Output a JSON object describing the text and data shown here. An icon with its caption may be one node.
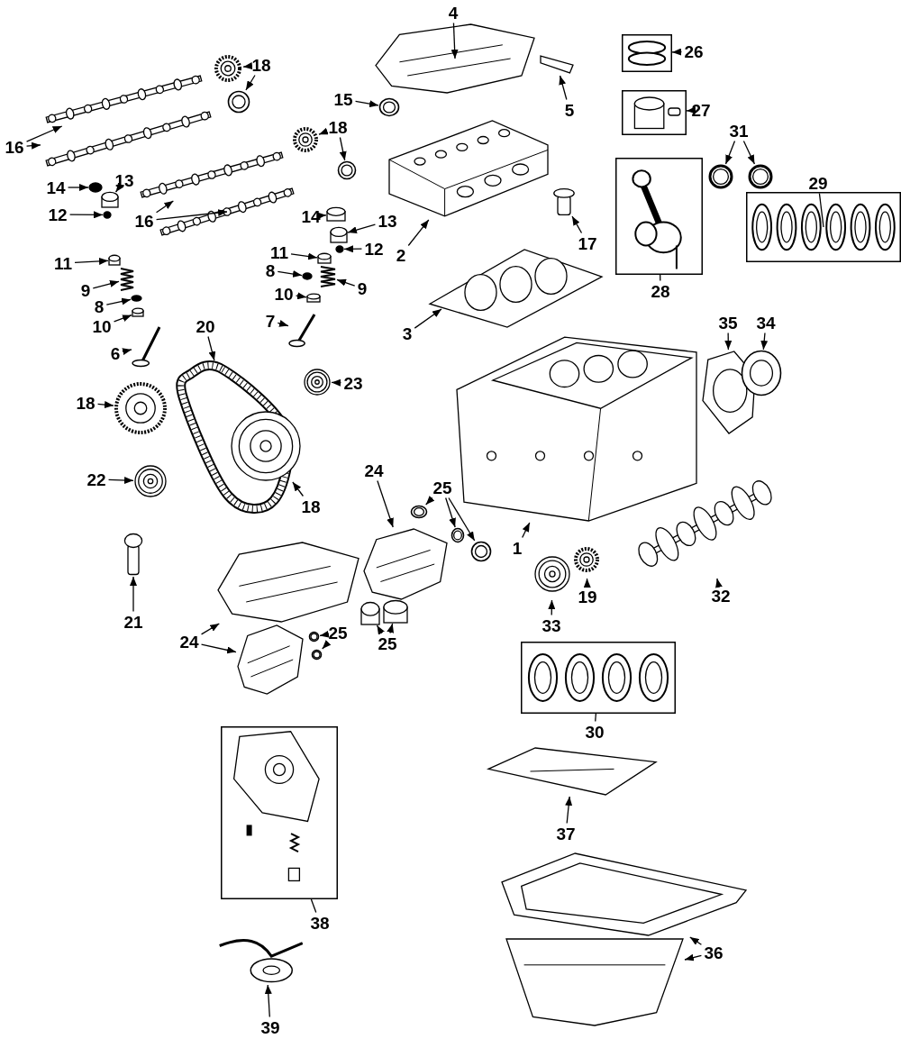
{
  "diagram": {
    "nodes": [
      {
        "text": [
          "4"
        ]
      },
      {
        "text": [
          "5"
        ]
      },
      {
        "text": [
          "26"
        ]
      },
      {
        "text": [
          "27"
        ]
      },
      {
        "text": [
          "31"
        ]
      },
      {
        "text": [
          "29"
        ]
      },
      {
        "text": [
          "28"
        ]
      },
      {
        "text": [
          "17"
        ]
      },
      {
        "text": [
          "15"
        ]
      },
      {
        "text": [
          "2"
        ]
      },
      {
        "text": [
          "3"
        ]
      },
      {
        "text": [
          "16"
        ]
      },
      {
        "text": [
          "18"
        ]
      },
      {
        "text": [
          "18"
        ]
      },
      {
        "text": [
          "16"
        ]
      },
      {
        "text": [
          "13"
        ]
      },
      {
        "text": [
          "14"
        ]
      },
      {
        "text": [
          "12"
        ]
      },
      {
        "text": [
          "11"
        ]
      },
      {
        "text": [
          "9"
        ]
      },
      {
        "text": [
          "8"
        ]
      },
      {
        "text": [
          "10"
        ]
      },
      {
        "text": [
          "6"
        ]
      },
      {
        "text": [
          "14"
        ]
      },
      {
        "text": [
          "13"
        ]
      },
      {
        "text": [
          "12"
        ]
      },
      {
        "text": [
          "11"
        ]
      },
      {
        "text": [
          "9"
        ]
      },
      {
        "text": [
          "8"
        ]
      },
      {
        "text": [
          "10"
        ]
      },
      {
        "text": [
          "7"
        ]
      },
      {
        "text": [
          "20"
        ]
      },
      {
        "text": [
          "23"
        ]
      },
      {
        "text": [
          "18"
        ]
      },
      {
        "text": [
          "18"
        ]
      },
      {
        "text": [
          "22"
        ]
      },
      {
        "text": [
          "21"
        ]
      },
      {
        "text": [
          "24"
        ]
      },
      {
        "text": [
          "25"
        ]
      },
      {
        "text": [
          "1"
        ]
      },
      {
        "text": [
          "35"
        ]
      },
      {
        "text": [
          "34"
        ]
      },
      {
        "text": [
          "32"
        ]
      },
      {
        "text": [
          "19"
        ]
      },
      {
        "text": [
          "33"
        ]
      },
      {
        "text": [
          "30"
        ]
      },
      {
        "text": [
          "24"
        ]
      },
      {
        "text": [
          "25"
        ]
      },
      {
        "text": [
          "25"
        ]
      },
      {
        "text": [
          "37"
        ]
      },
      {
        "text": [
          "36"
        ]
      },
      {
        "text": [
          "38"
        ]
      },
      {
        "text": [
          "39"
        ]
      },
      {
        "text": [],
        "shape": "picture"
      },
      {
        "text": [],
        "shape": "picture"
      },
      {
        "text": [],
        "shape": "picture"
      },
      {
        "text": [],
        "shape": "picture"
      },
      {
        "text": [],
        "shape": "picture"
      },
      {
        "text": [],
        "shape": "picture"
      },
      {
        "text": [],
        "shape": "picture"
      },
      {
        "text": [],
        "shape": "picture"
      },
      {
        "text": [],
        "shape": "picture"
      },
      {
        "text": [],
        "shape": "picture"
      },
      {
        "text": [],
        "shape": "picture"
      },
      {
        "text": [],
        "shape": "picture"
      },
      {
        "text": [],
        "shape": "picture"
      },
      {
        "text": [],
        "shape": "picture"
      },
      {
        "text": [],
        "shape": "picture"
      },
      {
        "text": [],
        "shape": "picture"
      },
      {
        "text": [],
        "shape": "picture"
      },
      {
        "text": [],
        "shape": "picture"
      },
      {
        "text": [],
        "shape": "picture"
      },
      {
        "text": [],
        "shape": "picture"
      },
      {
        "text": [],
        "shape": "circle"
      },
      {
        "text": [],
        "shape": "box"
      },
      {
        "text": [],
        "shape": "circle"
      },
      {
        "text": [],
        "shape": "box"
      },
      {
        "text": [],
        "shape": "picture"
      },
      {
        "text": [],
        "shape": "circle"
      },
      {
        "text": [],
        "shape": "box"
      },
      {
        "text": [],
        "shape": "picture"
      },
      {
        "text": [],
        "shape": "box"
      },
      {
        "text": [],
        "shape": "box"
      },
      {
        "text": [],
        "shape": "circle"
      },
      {
        "text": [],
        "shape": "box"
      },
      {
        "text": [],
        "shape": "picture"
      },
      {
        "text": [],
        "shape": "circle"
      },
      {
        "text": [],
        "shape": "box"
      },
      {
        "text": [],
        "shape": "picture"
      },
      {
        "text": [],
        "shape": "picture"
      },
      {
        "text": [],
        "shape": "picture"
      },
      {
        "text": [],
        "shape": "picture"
      },
      {
        "text": [],
        "shape": "picture"
      },
      {
        "text": [],
        "shape": "picture"
      },
      {
        "text": [],
        "shape": "picture"
      },
      {
        "text": [],
        "shape": "picture"
      },
      {
        "text": [],
        "shape": "picture"
      },
      {
        "text": [],
        "shape": "picture"
      },
      {
        "text": [],
        "shape": "picture"
      },
      {
        "text": [],
        "shape": "picture"
      },
      {
        "text": [],
        "shape": "picture"
      },
      {
        "text": [],
        "shape": "picture"
      },
      {
        "text": [],
        "shape": "picture"
      },
      {
        "text": [],
        "shape": "picture"
      },
      {
        "text": [],
        "shape": "picture"
      },
      {
        "text": [],
        "shape": "picture"
      },
      {
        "text": [],
        "shape": "picture"
      },
      {
        "text": [],
        "shape": "picture"
      },
      {
        "text": [],
        "shape": "box"
      },
      {
        "text": [],
        "shape": "box"
      },
      {
        "text": [],
        "shape": "picture"
      },
      {
        "text": [],
        "shape": "picture"
      },
      {
        "text": [],
        "shape": "picture"
      },
      {
        "text": [],
        "shape": "picture"
      },
      {
        "text": [],
        "shape": "picture"
      },
      {
        "text": [],
        "shape": "picture"
      },
      {
        "text": [],
        "shape": "picture"
      }
    ],
    "edges": [
      {
        "from": 0,
        "to": 53,
        "arrow": "to"
      },
      {
        "from": 1,
        "to": 54,
        "arrow": "to"
      },
      {
        "from": 2,
        "to": 55,
        "arrow": "to"
      },
      {
        "from": 3,
        "to": 56,
        "arrow": "to"
      },
      {
        "from": 4,
        "to": 57,
        "arrow": "to"
      },
      {
        "from": 4,
        "to": 58,
        "arrow": "to"
      },
      {
        "from": 5,
        "to": 59,
        "arrow": "none"
      },
      {
        "from": 6,
        "to": 60,
        "arrow": "none"
      },
      {
        "from": 7,
        "to": 61,
        "arrow": "to"
      },
      {
        "from": 8,
        "to": 62,
        "arrow": "to"
      },
      {
        "from": 9,
        "to": 63,
        "arrow": "to"
      },
      {
        "from": 10,
        "to": 64,
        "arrow": "to"
      },
      {
        "from": 11,
        "to": 65,
        "arrow": "to"
      },
      {
        "from": 11,
        "to": 66,
        "arrow": "to"
      },
      {
        "from": 12,
        "to": 67,
        "arrow": "to"
      },
      {
        "from": 12,
        "to": 68,
        "arrow": "to"
      },
      {
        "from": 13,
        "to": 69,
        "arrow": "to"
      },
      {
        "from": 13,
        "to": 70,
        "arrow": "to"
      },
      {
        "from": 14,
        "to": 71,
        "arrow": "to"
      },
      {
        "from": 14,
        "to": 72,
        "arrow": "to"
      },
      {
        "from": 15,
        "to": 74,
        "arrow": "to"
      },
      {
        "from": 16,
        "to": 73,
        "arrow": "to"
      },
      {
        "from": 17,
        "to": 75,
        "arrow": "to"
      },
      {
        "from": 18,
        "to": 76,
        "arrow": "to"
      },
      {
        "from": 19,
        "to": 77,
        "arrow": "to"
      },
      {
        "from": 20,
        "to": 78,
        "arrow": "to"
      },
      {
        "from": 21,
        "to": 79,
        "arrow": "to"
      },
      {
        "from": 22,
        "to": 80,
        "arrow": "to"
      },
      {
        "from": 23,
        "to": 81,
        "arrow": "to"
      },
      {
        "from": 24,
        "to": 82,
        "arrow": "to"
      },
      {
        "from": 25,
        "to": 83,
        "arrow": "to"
      },
      {
        "from": 26,
        "to": 84,
        "arrow": "to"
      },
      {
        "from": 27,
        "to": 85,
        "arrow": "to"
      },
      {
        "from": 28,
        "to": 86,
        "arrow": "to"
      },
      {
        "from": 29,
        "to": 87,
        "arrow": "to"
      },
      {
        "from": 30,
        "to": 88,
        "arrow": "to"
      },
      {
        "from": 31,
        "to": 89,
        "arrow": "to"
      },
      {
        "from": 32,
        "to": 90,
        "arrow": "to"
      },
      {
        "from": 33,
        "to": 91,
        "arrow": "to"
      },
      {
        "from": 34,
        "to": 92,
        "arrow": "to"
      },
      {
        "from": 35,
        "to": 93,
        "arrow": "to"
      },
      {
        "from": 36,
        "to": 94,
        "arrow": "to"
      },
      {
        "from": 37,
        "to": 95,
        "arrow": "to"
      },
      {
        "from": 38,
        "to": 96,
        "arrow": "to"
      },
      {
        "from": 38,
        "to": 97,
        "arrow": "to"
      },
      {
        "from": 38,
        "to": 98,
        "arrow": "to"
      },
      {
        "from": 39,
        "to": 99,
        "arrow": "to"
      },
      {
        "from": 40,
        "to": 100,
        "arrow": "to"
      },
      {
        "from": 41,
        "to": 101,
        "arrow": "to"
      },
      {
        "from": 42,
        "to": 102,
        "arrow": "to"
      },
      {
        "from": 43,
        "to": 103,
        "arrow": "to"
      },
      {
        "from": 44,
        "to": 104,
        "arrow": "to"
      },
      {
        "from": 45,
        "to": 105,
        "arrow": "none"
      },
      {
        "from": 46,
        "to": 106,
        "arrow": "to"
      },
      {
        "from": 46,
        "to": 107,
        "arrow": "to"
      },
      {
        "from": 47,
        "to": 108,
        "arrow": "to"
      },
      {
        "from": 47,
        "to": 109,
        "arrow": "to"
      },
      {
        "from": 48,
        "to": 110,
        "arrow": "to"
      },
      {
        "from": 48,
        "to": 111,
        "arrow": "to"
      },
      {
        "from": 49,
        "to": 112,
        "arrow": "to"
      },
      {
        "from": 50,
        "to": 113,
        "arrow": "to"
      },
      {
        "from": 50,
        "to": 114,
        "arrow": "to"
      },
      {
        "from": 51,
        "to": 115,
        "arrow": "none"
      },
      {
        "from": 52,
        "to": 116,
        "arrow": "to"
      }
    ]
  }
}
